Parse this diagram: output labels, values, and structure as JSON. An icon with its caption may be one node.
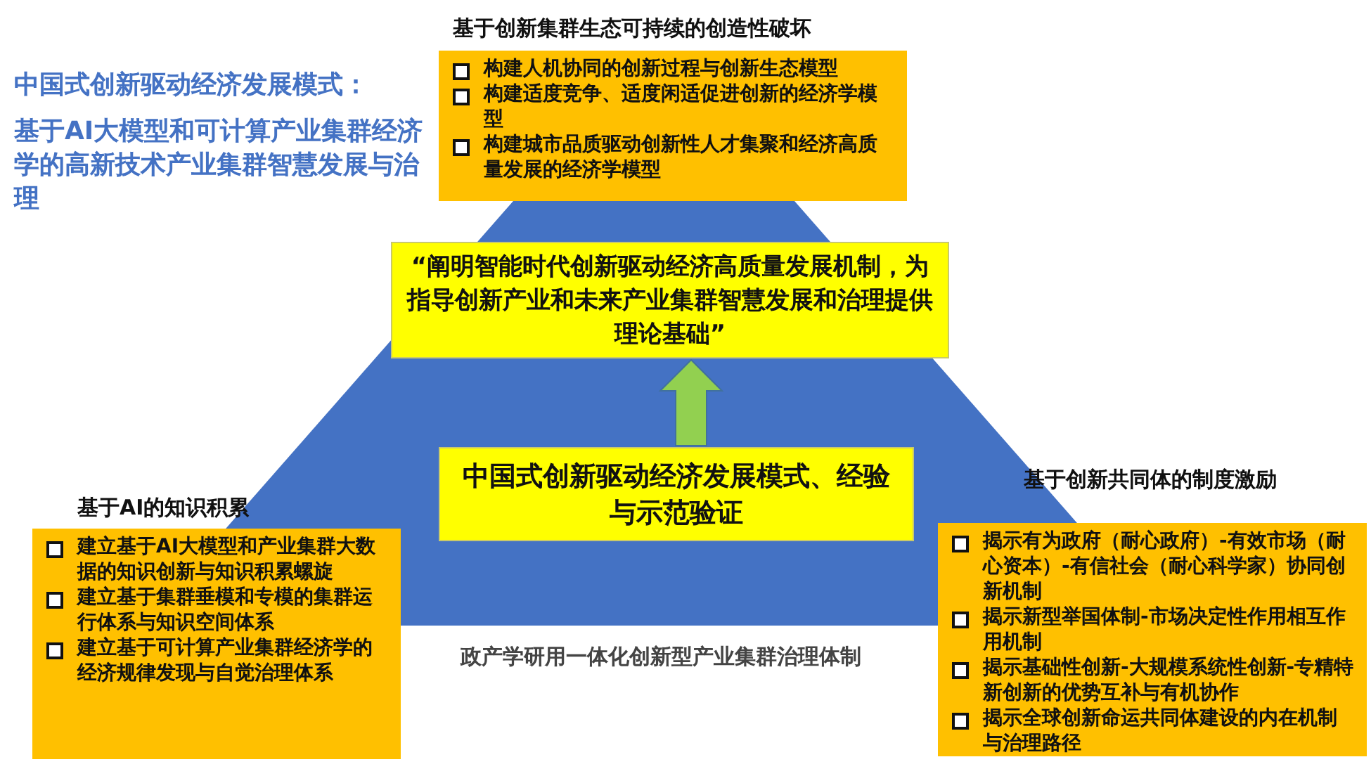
{
  "diagram": {
    "title": "中国式创新驱动经济发展模式：",
    "nodes": [
      {
        "text": [],
        "shape": "triangle"
      },
      {
        "text": [
          "“阐明智能时代创新驱动经济高质量发展机制，为指导创新产业和未来产业集群智慧发展和治理提供理论基础”"
        ],
        "in": 0
      },
      {
        "text": [
          "中国式创新驱动经济发展模式、经验与示范验证"
        ],
        "in": 0
      },
      {
        "text": [
          "基于创新集群生态可持续的创造性破坏",
          "构建人机协同的创新过程与创新生态模型",
          "构建适度竞争、适度闲适促进创新的经济学模型",
          "构建城市品质驱动创新性人才集聚和经济高质量发展的经济学模型"
        ]
      },
      {
        "text": [
          "基于AI的知识积累",
          "建立基于AI大模型和产业集群大数据的知识创新与知识积累螺旋",
          "建立基于集群垂模和专模的集群运行体系与知识空间体系",
          "建立基于可计算产业集群经济学的经济规律发现与自觉治理体系"
        ]
      },
      {
        "text": [
          "基于创新共同体的制度激励",
          "揭示有为政府（耐心政府）-有效市场（耐心资本）-有信社会（耐心科学家）协同创新机制",
          "揭示新型举国体制-市场决定性作用相互作用机制",
          "揭示基础性创新-大规模系统性创新-专精特新创新的优势互补与有机协作",
          "揭示全球创新命运共同体建设的内在机制与治理路径"
        ]
      }
    ],
    "edges": [
      {
        "from": 2,
        "to": 1,
        "arrow": "to"
      }
    ],
    "labels": [
      "基于AI大模型和可计算产业集群经济学的高新技术产业集群智慧发展与治理",
      "政产学研用一体化创新型产业集群治理体制"
    ]
  }
}
